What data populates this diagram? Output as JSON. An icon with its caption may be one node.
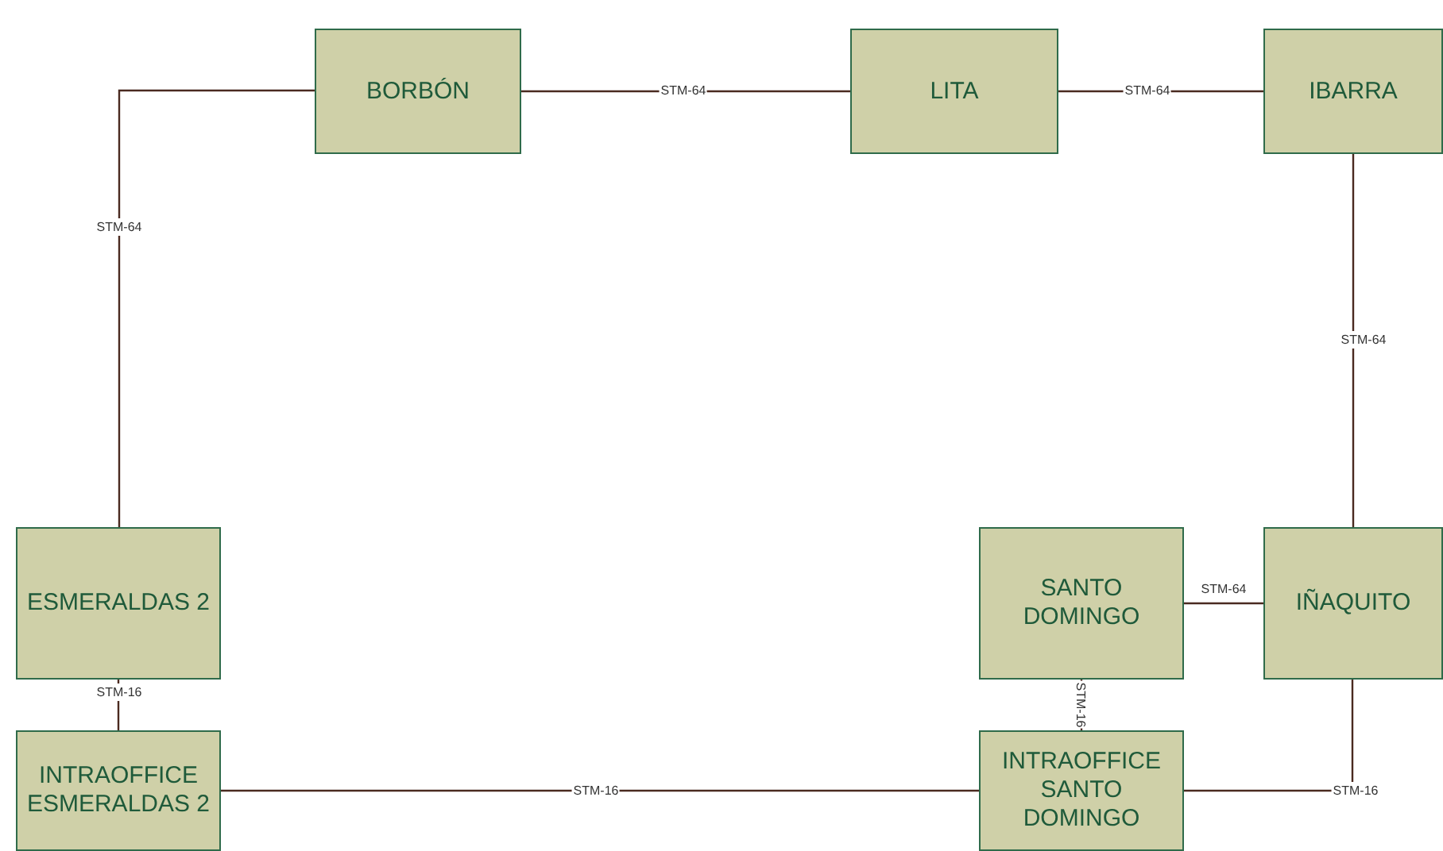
{
  "diagram": {
    "nodes": [
      {
        "text": [
          "BORBÓN"
        ]
      },
      {
        "text": [
          "LITA"
        ]
      },
      {
        "text": [
          "IBARRA"
        ]
      },
      {
        "text": [
          "ESMERALDAS 2"
        ]
      },
      {
        "text": [
          "SANTO DOMINGO"
        ]
      },
      {
        "text": [
          "IÑAQUITO"
        ]
      },
      {
        "text": [
          "INTRAOFFICE ESMERALDAS 2"
        ]
      },
      {
        "text": [
          "INTRAOFFICE SANTO DOMINGO"
        ]
      }
    ],
    "edges": [
      {
        "from": 0,
        "to": 1,
        "arrow": "none",
        "label": "STM-64"
      },
      {
        "from": 1,
        "to": 2,
        "arrow": "none",
        "label": "STM-64"
      },
      {
        "from": 0,
        "to": 3,
        "arrow": "none",
        "label": "STM-64"
      },
      {
        "from": 2,
        "to": 5,
        "arrow": "none",
        "label": "STM-64"
      },
      {
        "from": 4,
        "to": 5,
        "arrow": "none",
        "label": "STM-64"
      },
      {
        "from": 3,
        "to": 6,
        "arrow": "none",
        "label": "STM-16"
      },
      {
        "from": 4,
        "to": 7,
        "arrow": "none",
        "label": "STM-16"
      },
      {
        "from": 6,
        "to": 7,
        "arrow": "none",
        "label": "STM-16"
      },
      {
        "from": 7,
        "to": 5,
        "arrow": "none",
        "label": "STM-16"
      }
    ]
  }
}
